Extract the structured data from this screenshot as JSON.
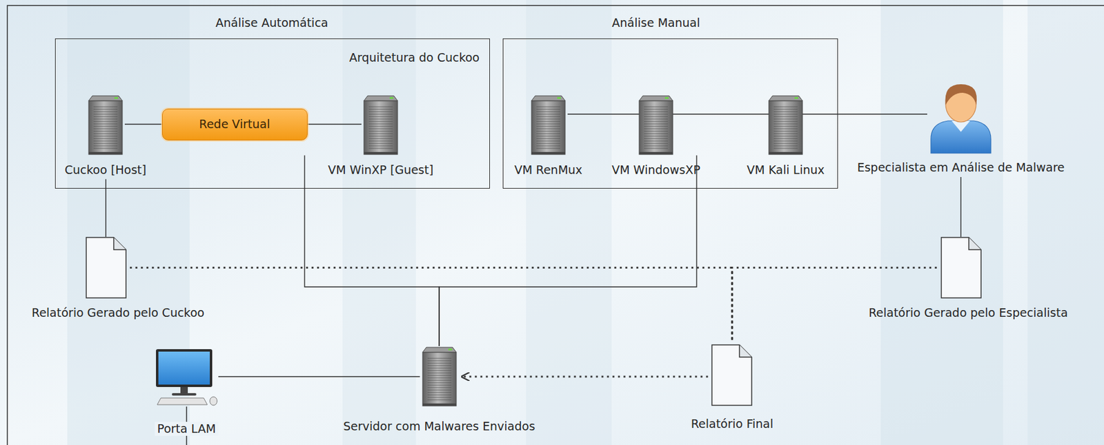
{
  "diagram": {
    "nodes": [
      {
        "text": [
          "Análise Automática",
          "Arquitetura do Cuckoo"
        ]
      },
      {
        "text": [
          "Cuckoo [Host]"
        ],
        "in": 0
      },
      {
        "text": [
          "Rede Virtual"
        ],
        "in": 0
      },
      {
        "text": [
          "VM WinXP [Guest]"
        ],
        "in": 0
      },
      {
        "text": [
          "Análise Manual"
        ]
      },
      {
        "text": [
          "VM RenMux"
        ],
        "in": 4
      },
      {
        "text": [
          "VM WindowsXP"
        ],
        "in": 4
      },
      {
        "text": [
          "VM Kali Linux"
        ],
        "in": 4
      },
      {
        "text": [
          "Especialista em Análise de Malware"
        ]
      },
      {
        "text": [
          "Relatório Gerado pelo Cuckoo"
        ]
      },
      {
        "text": [
          "Relatório Gerado pelo Especialista"
        ]
      },
      {
        "text": [
          "Porta LAM"
        ]
      },
      {
        "text": [
          "Servidor com Malwares Enviados"
        ]
      },
      {
        "text": [
          "Relatório Final"
        ]
      }
    ],
    "edges": [
      {
        "from": 1,
        "to": 2,
        "arrow": "none"
      },
      {
        "from": 2,
        "to": 3,
        "arrow": "none"
      },
      {
        "from": 4,
        "to": 8,
        "arrow": "none"
      },
      {
        "from": 1,
        "to": 9,
        "arrow": "none"
      },
      {
        "from": 8,
        "to": 10,
        "arrow": "none"
      },
      {
        "from": 0,
        "to": 12,
        "arrow": "none"
      },
      {
        "from": 4,
        "to": 12,
        "arrow": "none"
      },
      {
        "from": 11,
        "to": 12,
        "arrow": "none"
      },
      {
        "from": 9,
        "to": 13,
        "arrow": "none"
      },
      {
        "from": 10,
        "to": 13,
        "arrow": "none"
      },
      {
        "from": 13,
        "to": 12,
        "arrow": "to"
      }
    ]
  }
}
